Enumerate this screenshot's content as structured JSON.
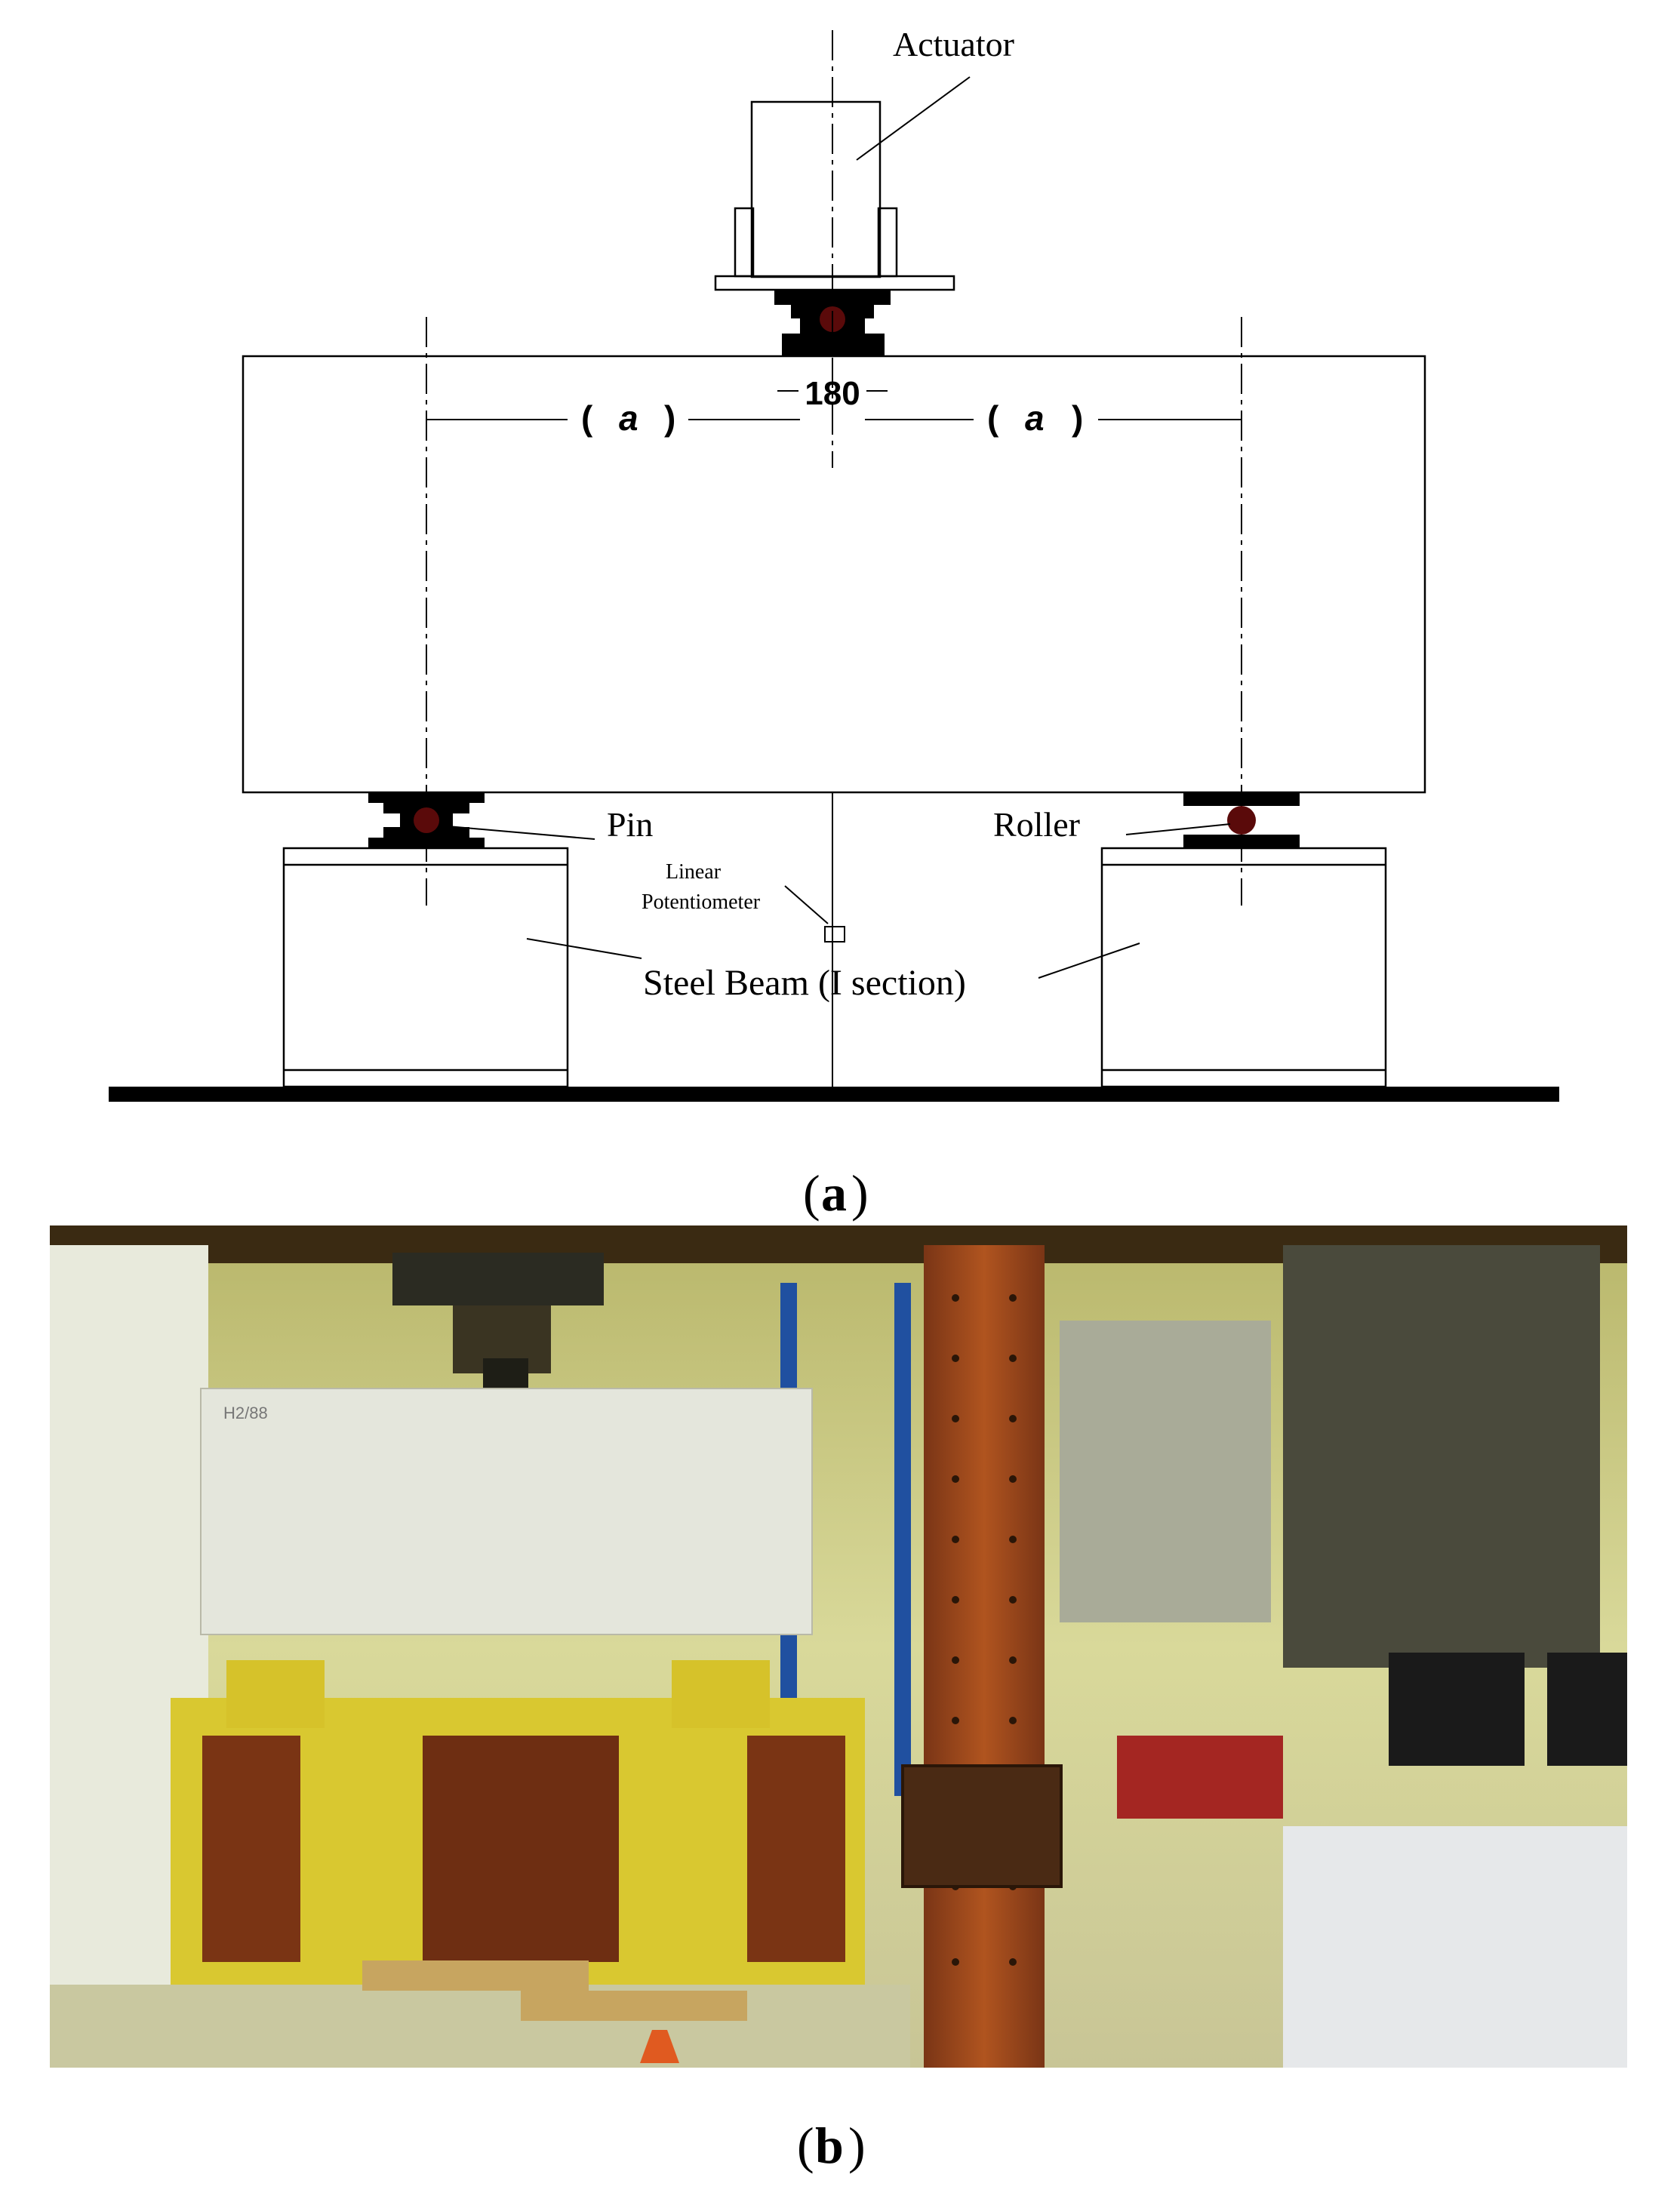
{
  "figure": {
    "panel_a": {
      "label_open": "(",
      "label_letter": "a",
      "label_close": ")",
      "labels": {
        "actuator": "Actuator",
        "pin": "Pin",
        "roller": "Roller",
        "linear_line1": "Linear",
        "linear_line2": "Potentiometer",
        "steel_beam": "Steel Beam (I section)"
      },
      "dimensions": {
        "center_width": "180",
        "shear_span_open": "(",
        "shear_span_symbol": "a",
        "shear_span_close": ")"
      }
    },
    "panel_b": {
      "label_open": "(",
      "label_letter": "b",
      "label_close": ")",
      "photo_description": "Photograph of test setup in laboratory",
      "photo_sign": "H2/88"
    }
  },
  "colors": {
    "line": "#000000",
    "bearing_ball": "#5a0a0a",
    "photo_yellow": "#d8c832",
    "photo_column": "#a04a1e",
    "photo_floor": "#c9c8a0"
  }
}
